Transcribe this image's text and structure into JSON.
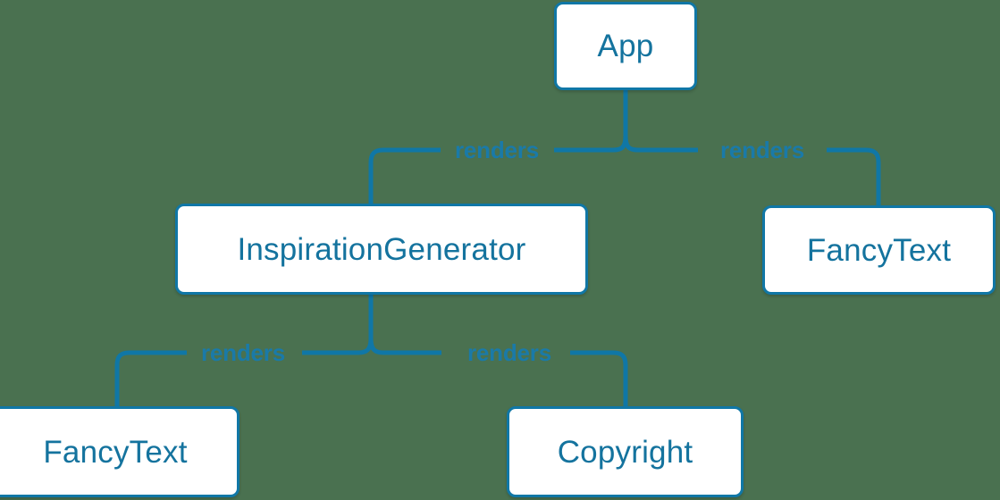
{
  "diagram": {
    "type": "component-tree",
    "background_color": "#4a7150",
    "node_border_color": "#1077a6",
    "node_fill_color": "#ffffff",
    "node_text_color": "#14739e",
    "edge_color": "#1077a6",
    "edge_label_color": "#1a7aa8",
    "nodes": [
      {
        "id": "app",
        "label": "App"
      },
      {
        "id": "inspiration",
        "label": "InspirationGenerator"
      },
      {
        "id": "fancytext-right",
        "label": "FancyText"
      },
      {
        "id": "fancytext-left",
        "label": "FancyText"
      },
      {
        "id": "copyright",
        "label": "Copyright"
      }
    ],
    "edges": [
      {
        "id": "app-inspiration",
        "from": "app",
        "to": "inspiration",
        "label": "renders"
      },
      {
        "id": "app-fancytext",
        "from": "app",
        "to": "fancytext-right",
        "label": "renders"
      },
      {
        "id": "ig-fancytext",
        "from": "inspiration",
        "to": "fancytext-left",
        "label": "renders"
      },
      {
        "id": "ig-copyright",
        "from": "inspiration",
        "to": "copyright",
        "label": "renders"
      }
    ]
  }
}
